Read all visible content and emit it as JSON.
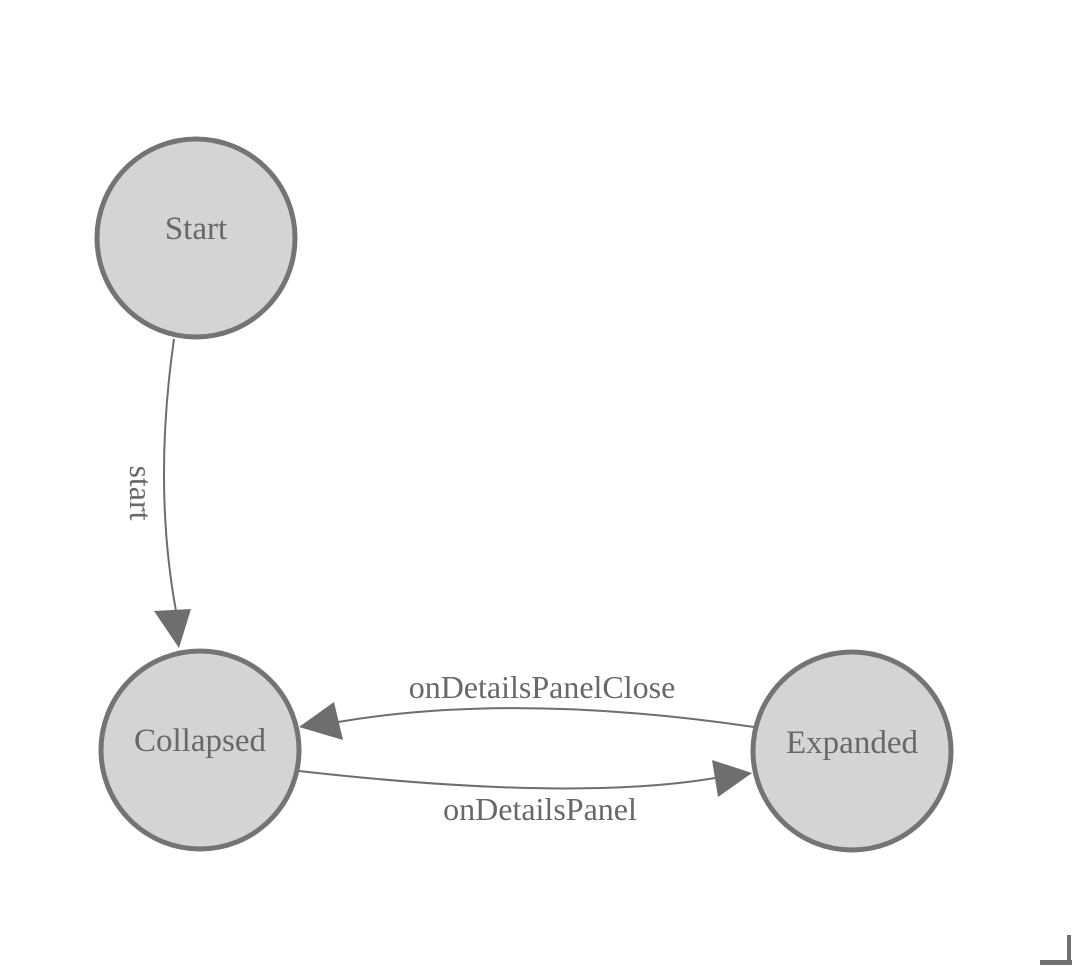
{
  "diagram": {
    "type": "state-machine-diagram",
    "nodes": [
      {
        "id": "Start",
        "label": "Start"
      },
      {
        "id": "Collapsed",
        "label": "Collapsed"
      },
      {
        "id": "Expanded",
        "label": "Expanded"
      }
    ],
    "edges": [
      {
        "from": "Start",
        "to": "Collapsed",
        "label": "start"
      },
      {
        "from": "Expanded",
        "to": "Collapsed",
        "label": "onDetailsPanelClose"
      },
      {
        "from": "Collapsed",
        "to": "Expanded",
        "label": "onDetailsPanel"
      }
    ]
  },
  "icons": {
    "corner_mark": "page-resize-corner"
  },
  "colors": {
    "background": "#ffffff",
    "node_fill": "#d4d4d4",
    "node_stroke": "#747474",
    "edge_stroke": "#6e6e6e",
    "arrow_fill": "#6e6e6e",
    "label_text": "#66686b",
    "corner_mark": "#707070"
  }
}
